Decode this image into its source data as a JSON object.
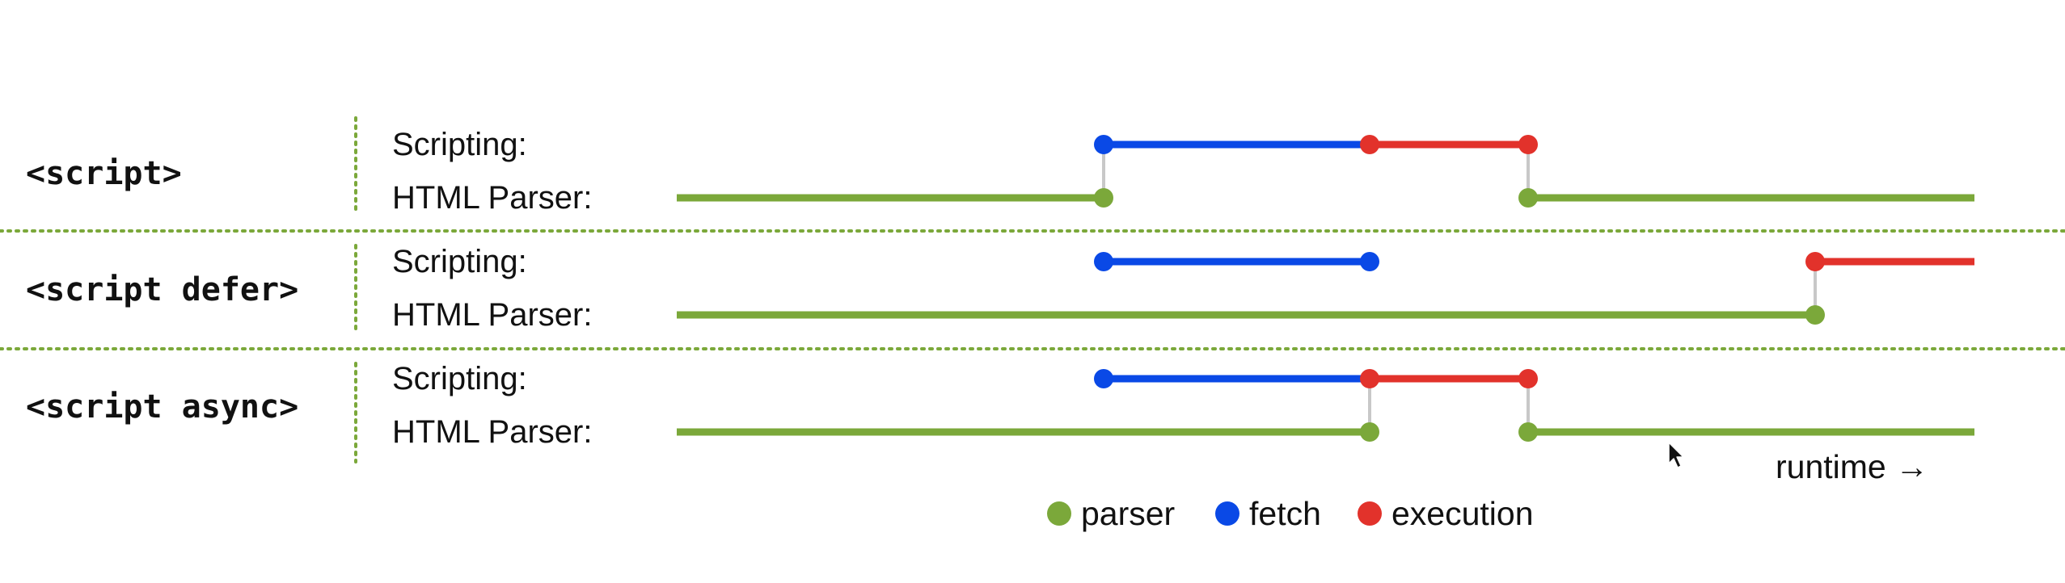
{
  "colors": {
    "parser": "#7ba83a",
    "fetch": "#0a49e6",
    "execution": "#e2322b",
    "connector": "#c8c8c8",
    "divider": "#7ba83a"
  },
  "rows": [
    {
      "title": "<script>",
      "scripting_label": "Scripting:",
      "parser_label": "HTML Parser:"
    },
    {
      "title": "<script defer>",
      "scripting_label": "Scripting:",
      "parser_label": "HTML Parser:"
    },
    {
      "title": "<script async>",
      "scripting_label": "Scripting:",
      "parser_label": "HTML Parser:"
    }
  ],
  "runtime_label": "runtime →",
  "legend": [
    {
      "key": "parser",
      "label": "parser"
    },
    {
      "key": "fetch",
      "label": "fetch"
    },
    {
      "key": "execution",
      "label": "execution"
    }
  ]
}
